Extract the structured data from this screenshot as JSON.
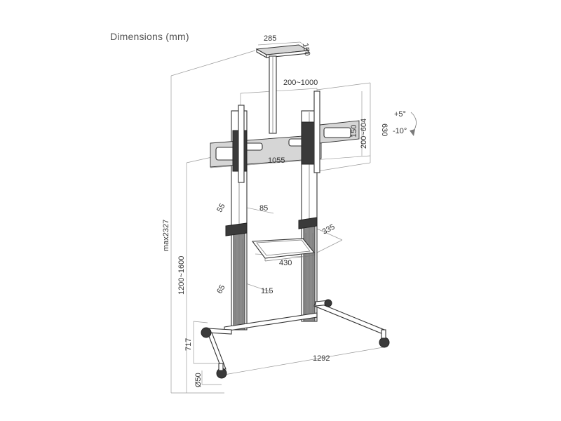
{
  "title": "Dimensions (mm)",
  "labels": {
    "top_plate_width": "285",
    "top_plate_depth": "150",
    "vesa_horizontal": "200~1000",
    "vesa_vertical": "200~604",
    "bracket_height": "630",
    "bracket_inner": "150",
    "bracket_width": "1055",
    "tilt_up": "+5°",
    "tilt_down": "-10°",
    "clamp_a": "55",
    "clamp_b": "85",
    "shelf_depth": "335",
    "shelf_width": "430",
    "column_a": "65",
    "column_b": "115",
    "max_height": "max2327",
    "height_range": "1200~1600",
    "base_depth": "717",
    "wheel_diameter": "Ø50",
    "base_width": "1292"
  }
}
